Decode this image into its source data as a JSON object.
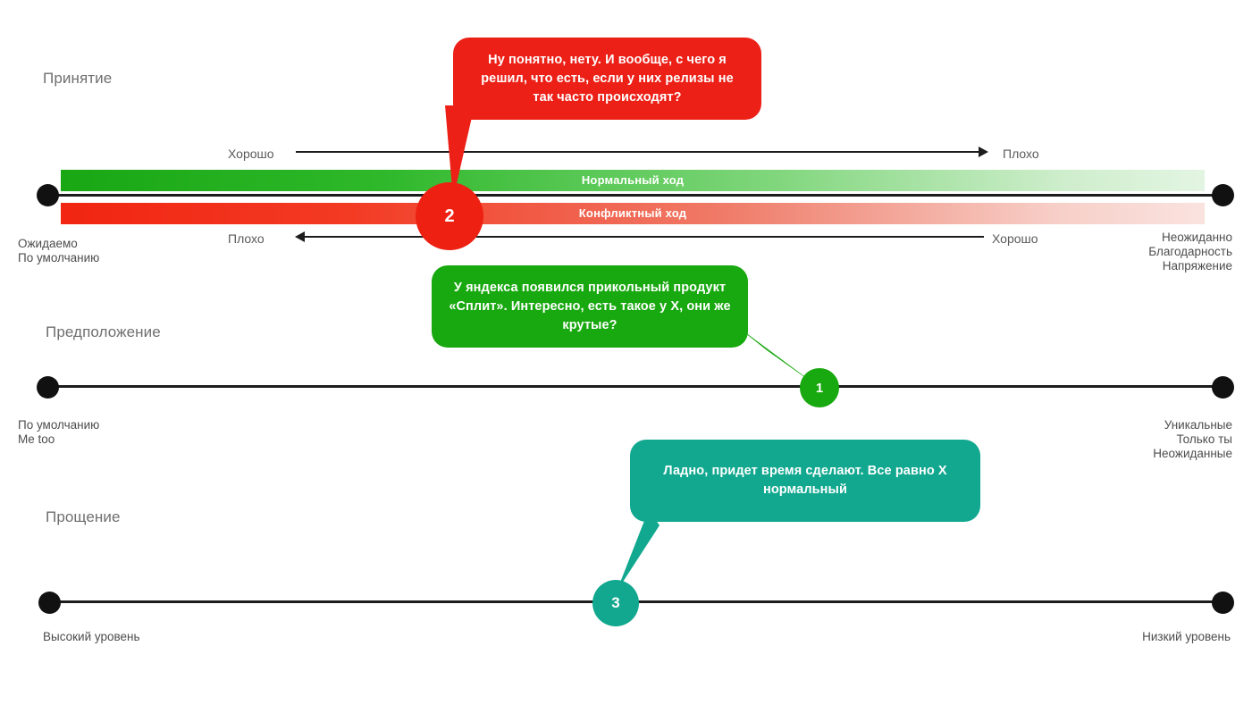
{
  "diagram": {
    "title_row1": "Принятие",
    "title_row2": "Предположение",
    "title_row3": "Прощение",
    "bars": {
      "normal_label": "Нормальный ход",
      "conflict_label": "Конфликтный ход",
      "normal_color": "#19a714",
      "conflict_color": "#f12511"
    },
    "arrows": {
      "top_left_label": "Хорошо",
      "top_right_label": "Плохо",
      "bottom_left_label": "Плохо",
      "bottom_right_label": "Хорошо"
    },
    "row1": {
      "left_labels": [
        "Ожидаемо",
        "По умолчанию"
      ],
      "right_labels": [
        "Неожиданно",
        "Благодарность",
        "Напряжение"
      ]
    },
    "row2": {
      "left_labels": [
        "По умолчанию",
        "Me too"
      ],
      "right_labels": [
        "Уникальные",
        "Только ты",
        "Неожиданные"
      ]
    },
    "row3": {
      "left_labels": [
        "Высокий уровень"
      ],
      "right_labels": [
        "Низкий уровень"
      ]
    },
    "bubbles": {
      "red": {
        "text": "Ну понятно, нету. И вообще, с чего я решил, что есть, если у них релизы не так часто происходят?",
        "color": "#ec2017",
        "marker": "2"
      },
      "green": {
        "text": "У яндекса появился прикольный продукт «Сплит». Интересно, есть такое у X, они же крутые?",
        "color": "#18a80f",
        "marker": "1"
      },
      "teal": {
        "text": "Ладно, придет время сделают. Все равно X нормальный",
        "color": "#11a88f",
        "marker": "3"
      }
    }
  }
}
